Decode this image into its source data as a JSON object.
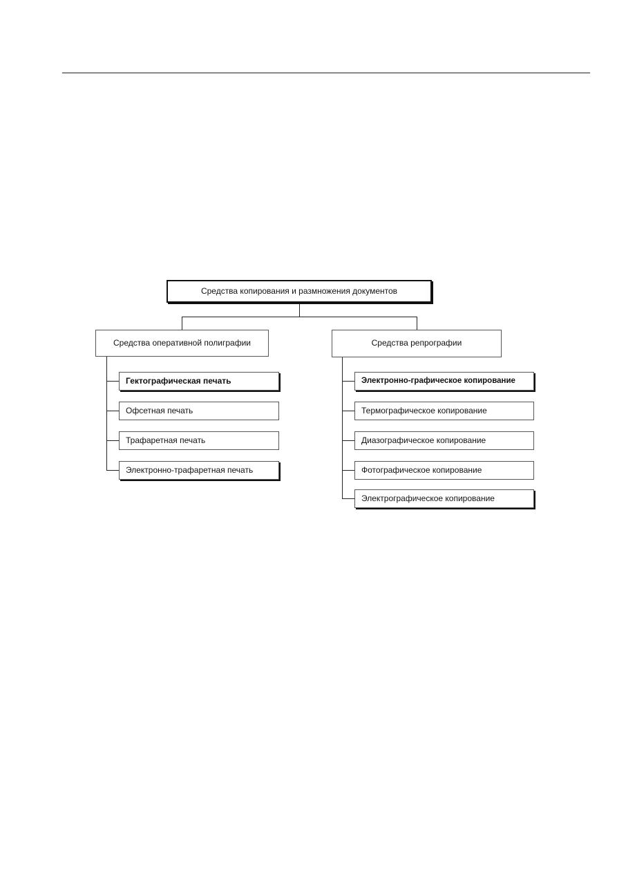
{
  "diagram": {
    "root": "Средства копирования и размножения документов",
    "left_branch": {
      "title": "Средства оперативной полиграфии",
      "items": [
        "Гектографическая печать",
        "Офсетная печать",
        "Трафаретная  печать",
        "Электронно-трафаретная печать"
      ]
    },
    "right_branch": {
      "title": "Средства репрографии",
      "items": [
        "Электронно-графическое копирование",
        "Термографическое копирование",
        "Диазографическое копирование",
        "Фотографическое копирование",
        "Электрографическое копирование"
      ]
    }
  }
}
